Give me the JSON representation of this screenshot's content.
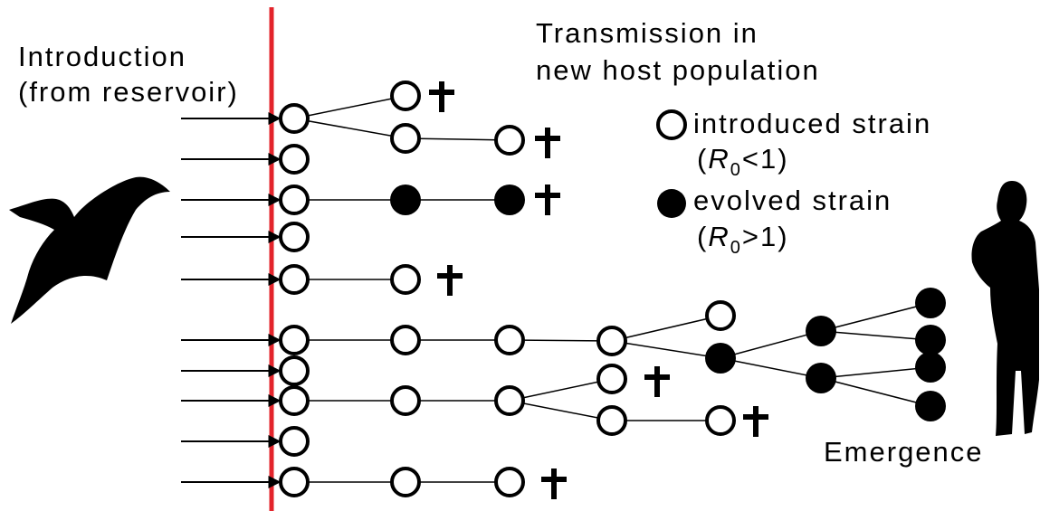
{
  "labels": {
    "introduction_line1": "Introduction",
    "introduction_line2": "(from reservoir)",
    "transmission_line1": "Transmission in",
    "transmission_line2": "new host population",
    "legend_introduced": "introduced strain",
    "legend_evolved": "evolved strain",
    "r0_symbol": "R",
    "r0_subscript": "0",
    "legend_introduced_condition": "<1",
    "legend_evolved_condition": ">1",
    "emergence": "Emergence",
    "death_marker": "†"
  },
  "colors": {
    "barrier_line": "#e3242b",
    "ink": "#000000",
    "background": "#ffffff"
  },
  "icons": {
    "reservoir": "bird-silhouette-icon",
    "host": "human-silhouette-icon",
    "death": "dagger-icon",
    "introduced": "open-circle-icon",
    "evolved": "filled-circle-icon"
  }
}
